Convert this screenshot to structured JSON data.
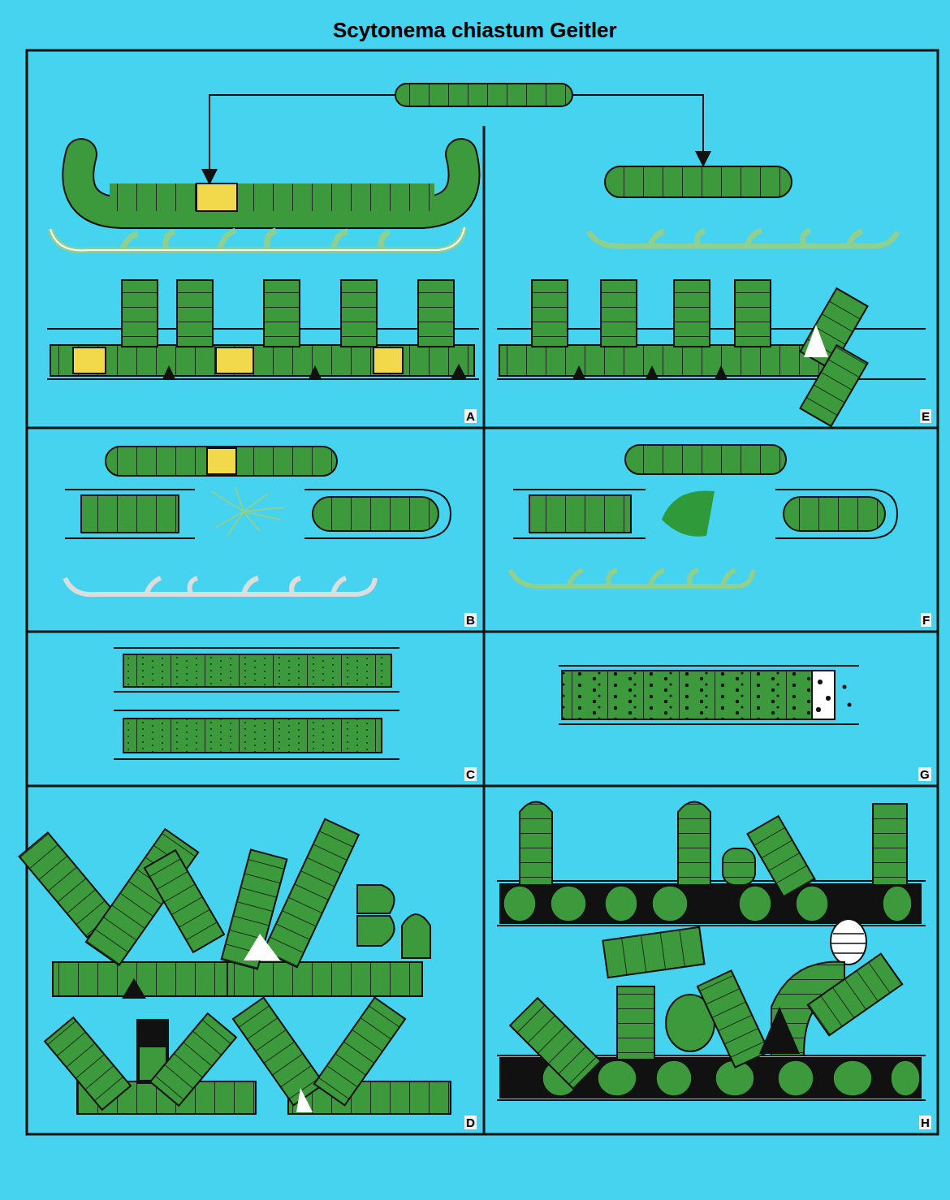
{
  "diagram": {
    "title": "Scytonema chiastum Geitler",
    "labels": [
      "A",
      "E",
      "B",
      "F",
      "C",
      "G",
      "D",
      "H"
    ]
  }
}
